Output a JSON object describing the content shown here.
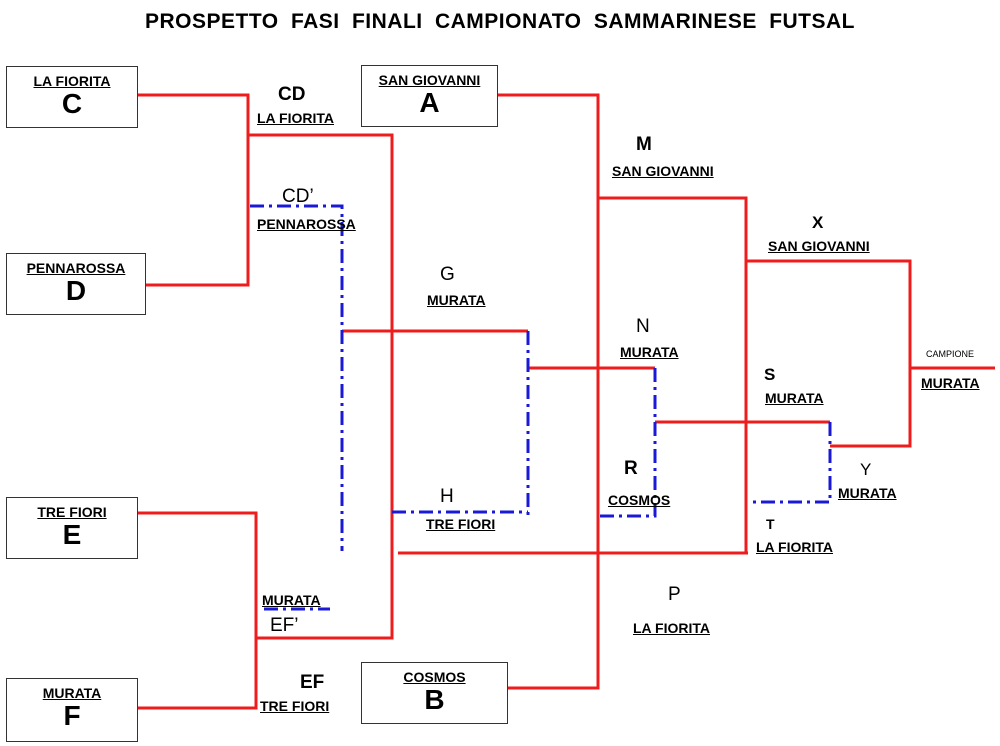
{
  "title": "PROSPETTO  FASI  FINALI  CAMPIONATO  SAMMARINESE FUTSAL",
  "teams": {
    "c": {
      "name": "LA FIORITA",
      "seed": "C"
    },
    "d": {
      "name": "PENNAROSSA",
      "seed": "D"
    },
    "e": {
      "name": "TRE FIORI",
      "seed": "E"
    },
    "f": {
      "name": "MURATA",
      "seed": "F"
    },
    "a": {
      "name": "SAN GIOVANNI",
      "seed": "A"
    },
    "b": {
      "name": "COSMOS",
      "seed": "B"
    }
  },
  "matches": {
    "cd": {
      "code": "CD",
      "winner": "LA FIORITA"
    },
    "cd2": {
      "code": "CD’",
      "winner": "PENNAROSSA"
    },
    "ef": {
      "code": "EF",
      "winner": "TRE FIORI"
    },
    "ef2": {
      "code": "EF’",
      "winner": "MURATA"
    },
    "g": {
      "code": "G",
      "winner": "MURATA"
    },
    "h": {
      "code": "H",
      "winner": "TRE FIORI"
    },
    "m": {
      "code": "M",
      "winner": "SAN GIOVANNI"
    },
    "n": {
      "code": "N",
      "winner": "MURATA"
    },
    "r": {
      "code": "R",
      "winner": "COSMOS"
    },
    "p": {
      "code": "P",
      "winner": "LA FIORITA"
    },
    "x": {
      "code": "X",
      "winner": "SAN GIOVANNI"
    },
    "s": {
      "code": "S",
      "winner": "MURATA"
    },
    "y": {
      "code": "Y",
      "winner": "MURATA"
    },
    "t": {
      "code": "T",
      "winner": "LA FIORITA"
    }
  },
  "champion": {
    "label": "CAMPIONE",
    "name": "MURATA"
  },
  "colors": {
    "winner_path": "#ee1c1c",
    "loser_path": "#1a1ad6"
  }
}
